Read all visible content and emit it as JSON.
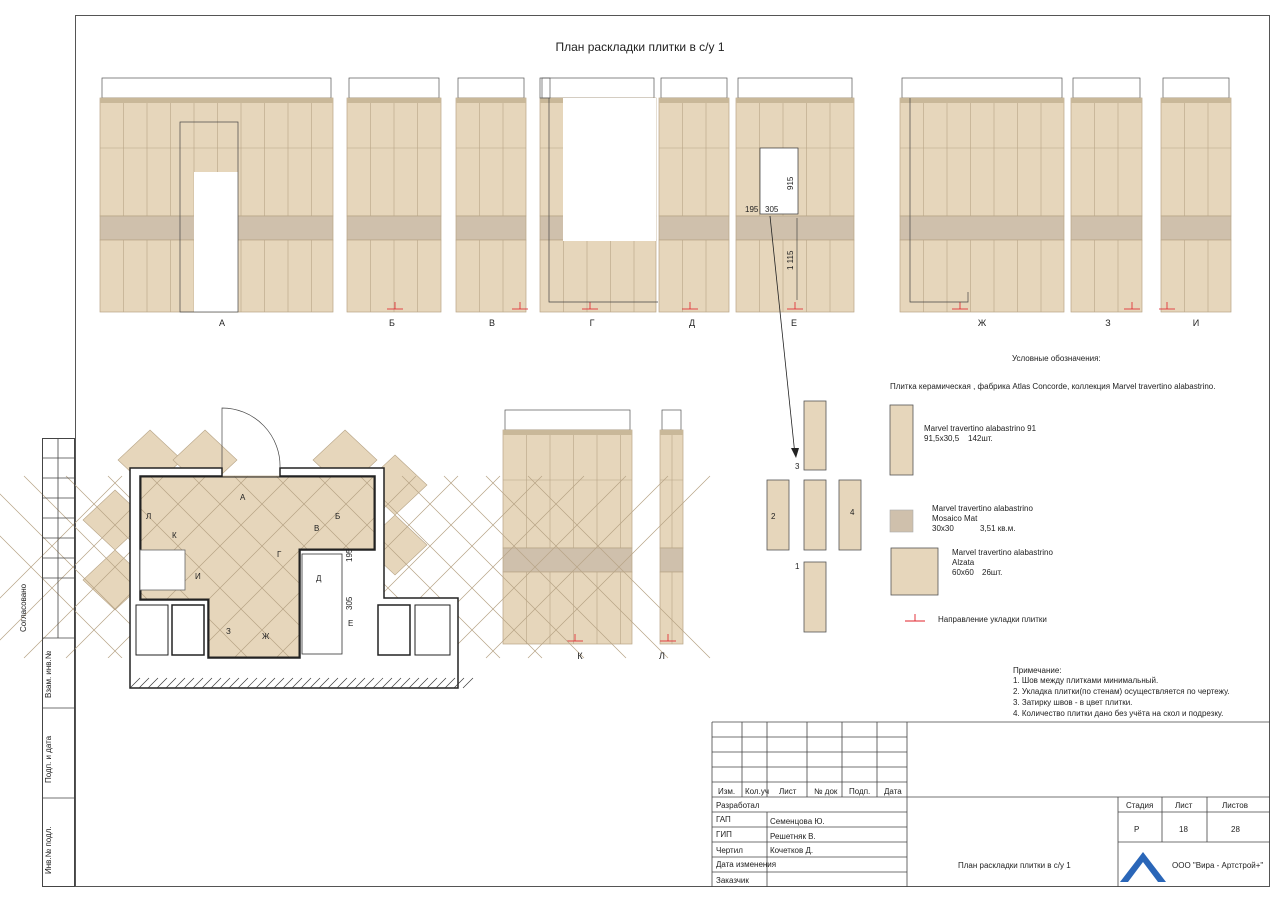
{
  "title": "План раскладки плитки в с/у 1",
  "colors": {
    "tile": "#e6d6bb",
    "tile_line": "#b7a486",
    "mosaic": "#cfc0ac",
    "outline": "#333",
    "arrow": "#e0202a"
  },
  "walls_top": [
    "А",
    "Б",
    "В",
    "Г",
    "Д",
    "Е",
    "Ж",
    "З",
    "И"
  ],
  "walls_bottom": [
    "К",
    "Л"
  ],
  "dims": {
    "d195": "195",
    "d305": "305",
    "d915": "915",
    "d1115": "1 115"
  },
  "piece_numbers": [
    "1",
    "2",
    "3",
    "4"
  ],
  "plan_labels": [
    "А",
    "Б",
    "В",
    "Г",
    "Д",
    "Е",
    "Ж",
    "З",
    "И",
    "К",
    "Л"
  ],
  "legend": {
    "heading": "Условные обозначения:",
    "subheading": "Плитка керамическая , фабрика Atlas Concorde, коллекция Marvel travertino alabastrino.",
    "item1": {
      "name": "Marvel travertino alabastrino 91",
      "size": "91,5x30,5",
      "qty": "142шт."
    },
    "item2": {
      "name": "Marvel travertino alabastrino",
      "sub": "Mosaico Mat",
      "size": "30x30",
      "qty": "3,51 кв.м."
    },
    "item3": {
      "name": "Marvel travertino alabastrino",
      "sub": "Alzata",
      "size": "60x60",
      "qty": "26шт."
    },
    "direction": "Направление укладки плитки"
  },
  "notes": {
    "heading": "Примечание:",
    "n1": "1. Шов между плитками минимальный.",
    "n2": "2. Укладка плитки(по стенам) осуществляется по чертежу.",
    "n3": "3. Затирку швов - в цвет плитки.",
    "n4": "4. Количество плитки дано без учёта на скол и подрезку."
  },
  "side": {
    "agreed": "Согласовано",
    "inv": "Взам. инв.№",
    "sign": "Подп. и дата",
    "invno": "Инв.№ подл."
  },
  "stamp": {
    "headers": [
      "Изм.",
      "Кол.уч",
      "Лист",
      "№ док",
      "Подп.",
      "Дата"
    ],
    "roles": [
      "Разработал",
      "ГАП",
      "ГИП",
      "Чертил",
      "Дата изменения",
      "Заказчик"
    ],
    "names": [
      "Семенцова Ю.",
      "Решетняк В.",
      "Кочетков Д."
    ],
    "stage_h": "Стадия",
    "sheet_h": "Лист",
    "sheets_h": "Листов",
    "stage": "Р",
    "sheet": "18",
    "sheets": "28",
    "doc_title": "План раскладки плитки в с/у 1",
    "company": "ООО \"Вира - Артстрой+\""
  }
}
